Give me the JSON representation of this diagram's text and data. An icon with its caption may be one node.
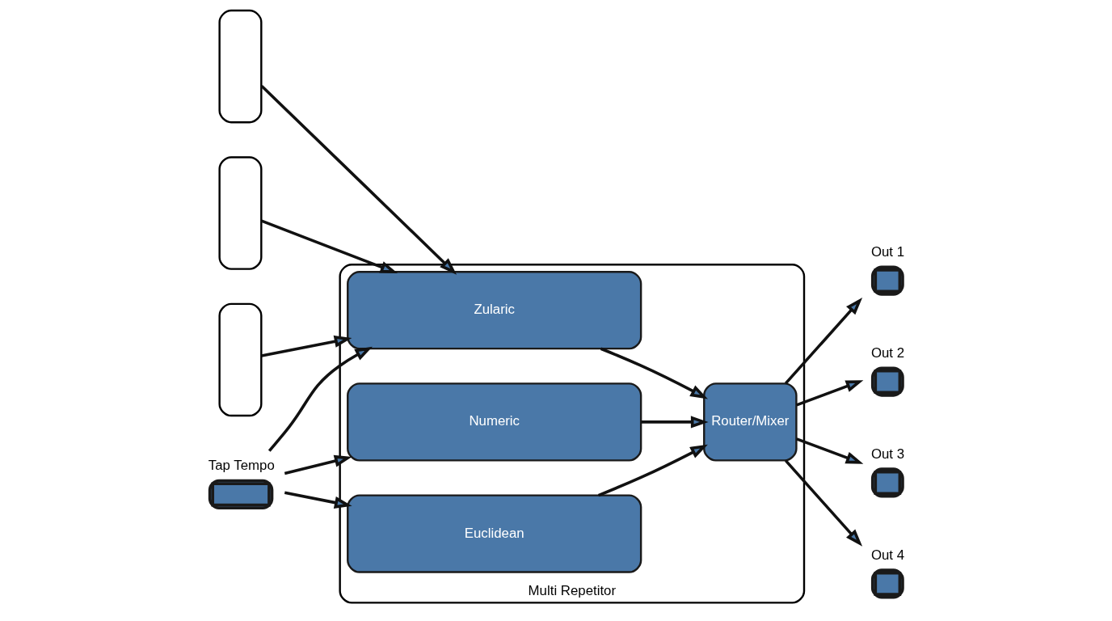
{
  "diagram": {
    "nodes": [
      {
        "text": [
          "Multi Repetitor"
        ]
      },
      {
        "text": [],
        "shape": "box"
      },
      {
        "text": [],
        "shape": "box"
      },
      {
        "text": [],
        "shape": "box"
      },
      {
        "text": [
          "Zularic"
        ],
        "in": 0
      },
      {
        "text": [
          "Numeric"
        ],
        "in": 0
      },
      {
        "text": [
          "Euclidean"
        ],
        "in": 0
      },
      {
        "text": [
          "Router/Mixer"
        ],
        "in": 0
      },
      {
        "text": [
          "Tap Tempo"
        ]
      },
      {
        "text": [
          "Out 1"
        ]
      },
      {
        "text": [
          "Out 2"
        ]
      },
      {
        "text": [
          "Out 3"
        ]
      },
      {
        "text": [
          "Out 4"
        ]
      }
    ],
    "edges": [
      {
        "from": 1,
        "to": 4,
        "arrow": "to"
      },
      {
        "from": 2,
        "to": 4,
        "arrow": "to"
      },
      {
        "from": 3,
        "to": 4,
        "arrow": "to"
      },
      {
        "from": 8,
        "to": 4,
        "arrow": "to"
      },
      {
        "from": 8,
        "to": 5,
        "arrow": "to"
      },
      {
        "from": 8,
        "to": 6,
        "arrow": "to"
      },
      {
        "from": 4,
        "to": 7,
        "arrow": "to"
      },
      {
        "from": 5,
        "to": 7,
        "arrow": "to"
      },
      {
        "from": 6,
        "to": 7,
        "arrow": "to"
      },
      {
        "from": 7,
        "to": 9,
        "arrow": "to"
      },
      {
        "from": 7,
        "to": 10,
        "arrow": "to"
      },
      {
        "from": 7,
        "to": 11,
        "arrow": "to"
      },
      {
        "from": 7,
        "to": 12,
        "arrow": "to"
      }
    ]
  }
}
